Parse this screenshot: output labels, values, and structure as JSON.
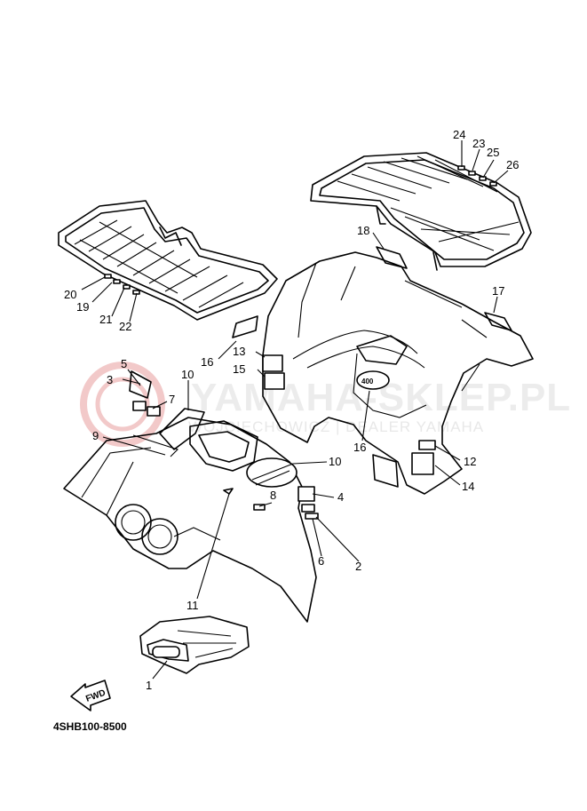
{
  "watermark": {
    "brand": "YAMAHA-SKLEP.PL",
    "sub": "WOJCIECHOWICZ | DEALER YAMAHA",
    "seal_color": "#f2c9c9"
  },
  "diagram": {
    "code": "4SHB100-8500",
    "fwd_label": "FWD",
    "callouts": [
      "1",
      "2",
      "3",
      "4",
      "5",
      "6",
      "7",
      "8",
      "9",
      "10",
      "10",
      "11",
      "12",
      "13",
      "14",
      "15",
      "16",
      "16",
      "17",
      "18",
      "19",
      "20",
      "21",
      "22",
      "23",
      "24",
      "25",
      "26"
    ]
  }
}
